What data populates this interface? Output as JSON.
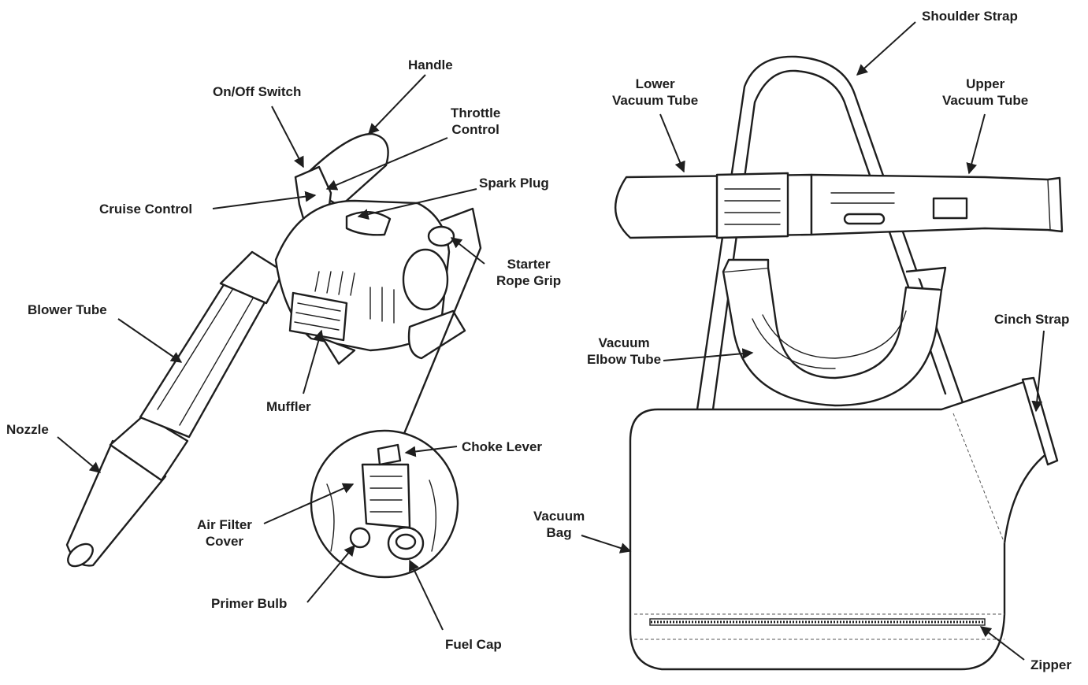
{
  "labels": {
    "handle": "Handle",
    "on_off_switch": "On/Off Switch",
    "throttle_control": "Throttle\nControl",
    "spark_plug": "Spark Plug",
    "cruise_control": "Cruise Control",
    "starter_rope_grip": "Starter\nRope Grip",
    "blower_tube": "Blower Tube",
    "muffler": "Muffler",
    "nozzle": "Nozzle",
    "choke_lever": "Choke Lever",
    "air_filter_cover": "Air Filter\nCover",
    "primer_bulb": "Primer Bulb",
    "fuel_cap": "Fuel Cap",
    "shoulder_strap": "Shoulder Strap",
    "lower_vacuum_tube": "Lower\nVacuum Tube",
    "upper_vacuum_tube": "Upper\nVacuum Tube",
    "cinch_strap": "Cinch Strap",
    "vacuum_elbow_tube": "Vacuum\nElbow Tube",
    "vacuum_bag": "Vacuum\nBag",
    "zipper": "Zipper"
  }
}
